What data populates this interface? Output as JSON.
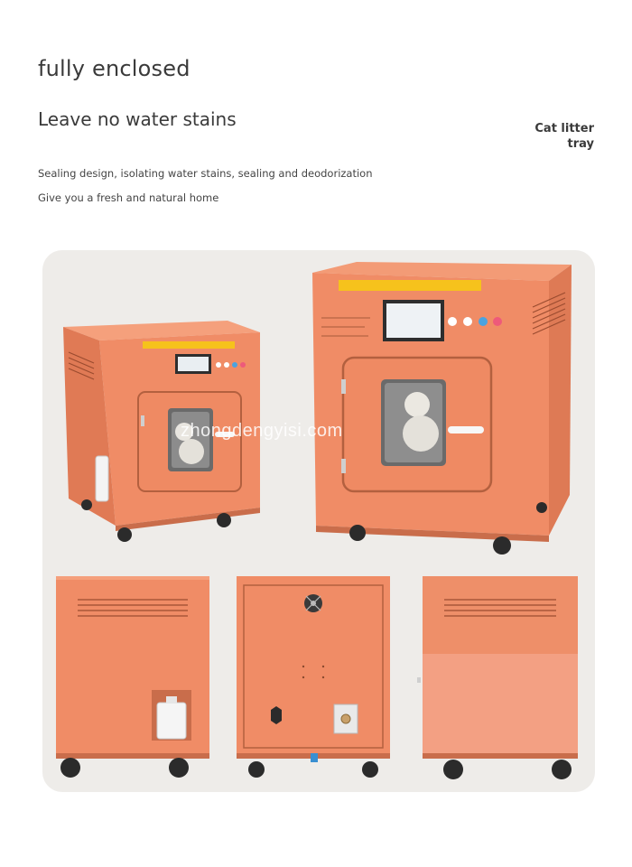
{
  "header": {
    "title": "fully enclosed",
    "subtitle": "Leave no water stains",
    "line1": "Sealing design, isolating water stains, sealing and deodorization",
    "line2": "Give you a fresh and natural home"
  },
  "side_label": {
    "line1": "Cat litter",
    "line2": "tray"
  },
  "watermark": "zhongdengyisi.com",
  "colors": {
    "body": "#f08c66",
    "body_dark": "#d97653",
    "panel_bg": "#eeece9",
    "wheel": "#2b2b2b",
    "warning_strip": "#f6c21c"
  },
  "icons": [
    "fan-icon",
    "power-knob-icon",
    "drain-port-icon"
  ]
}
